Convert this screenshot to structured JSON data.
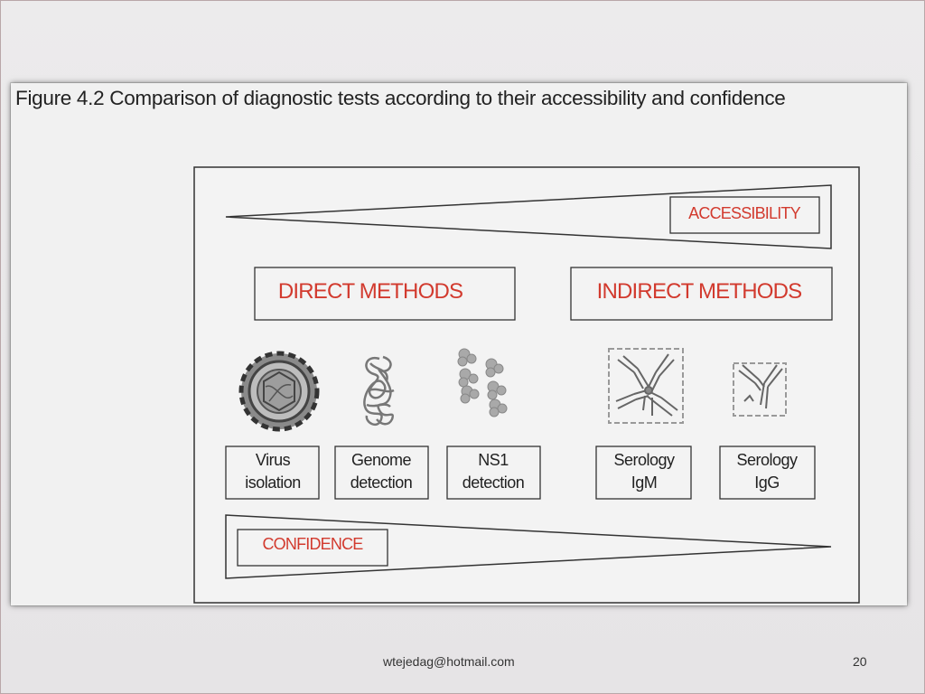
{
  "figure": {
    "caption": "Figure 4.2 Comparison of diagnostic tests according to their accessibility and confidence",
    "accessibility_label": "ACCESSIBILITY",
    "confidence_label": "CONFIDENCE",
    "direct_methods_label": "DIRECT METHODS",
    "indirect_methods_label": "INDIRECT METHODS",
    "tests": [
      {
        "line1": "Virus",
        "line2": "isolation"
      },
      {
        "line1": "Genome",
        "line2": "detection"
      },
      {
        "line1": "NS1",
        "line2": "detection"
      },
      {
        "line1": "Serology",
        "line2": "IgM"
      },
      {
        "line1": "Serology",
        "line2": "IgG"
      }
    ],
    "colors": {
      "label_red": "#d23a2e",
      "line": "#333333"
    }
  },
  "footer": {
    "email": "wtejedag@hotmail.com",
    "page_number": "20"
  }
}
